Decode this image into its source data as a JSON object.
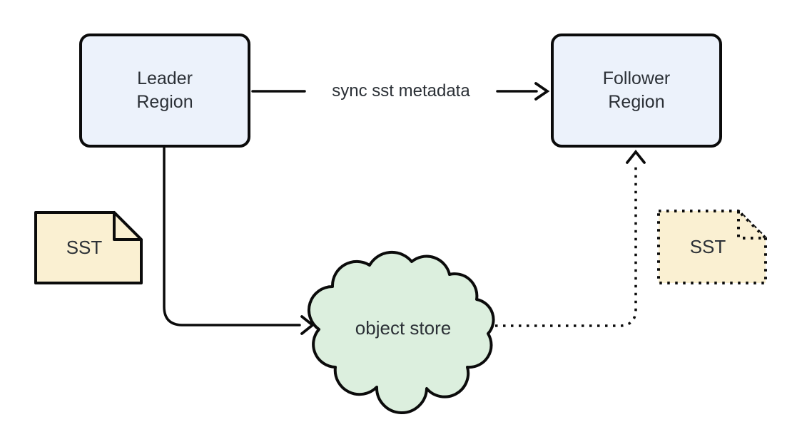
{
  "diagram": {
    "nodes": {
      "leader_region": {
        "label": "Leader\nRegion"
      },
      "follower_region": {
        "label": "Follower\nRegion"
      },
      "object_store": {
        "label": "object store"
      },
      "sst_left": {
        "label": "SST"
      },
      "sst_right": {
        "label": "SST"
      }
    },
    "edges": {
      "sync": {
        "label": "sync sst metadata"
      }
    }
  },
  "colors": {
    "background": "#FFFFFF",
    "region-fill": "#ECF2FB",
    "cloud-fill": "#DCEFDE",
    "note-fill": "#FAF0D2",
    "stroke": "#0B0B0B",
    "text": "#2B3036"
  }
}
